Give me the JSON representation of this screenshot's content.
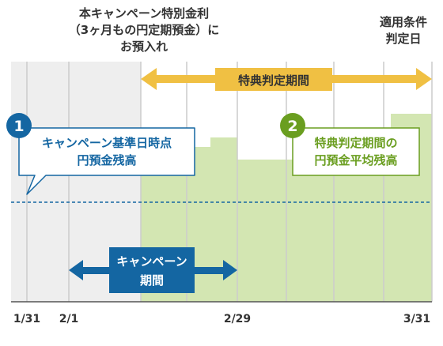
{
  "header": {
    "top_left": [
      "本キャンペーン特別金利",
      "（3ヶ月もの円定期預金）に",
      "お預入れ"
    ],
    "top_right": [
      "適用条件",
      "判定日"
    ]
  },
  "arrows": {
    "judgment_period": "特典判定期間",
    "campaign_period": [
      "キャンペーン",
      "期間"
    ]
  },
  "callouts": [
    {
      "number": "1",
      "lines": [
        "キャンペーン基準日時点",
        "円預金残高"
      ]
    },
    {
      "number": "2",
      "lines": [
        "特典判定期間の",
        "円預金平均残高"
      ]
    }
  ],
  "axis": {
    "ticks": [
      "1/31",
      "2/1",
      "2/29",
      "3/31"
    ]
  },
  "colors": {
    "gray_area": "#eeeeee",
    "green_area": "#d3e6b2",
    "yellow_arrow": "#f0c043",
    "blue": "#1466a2",
    "green": "#6a9e20",
    "grid": "#cccccc",
    "dashed_line": "#1466a2"
  }
}
